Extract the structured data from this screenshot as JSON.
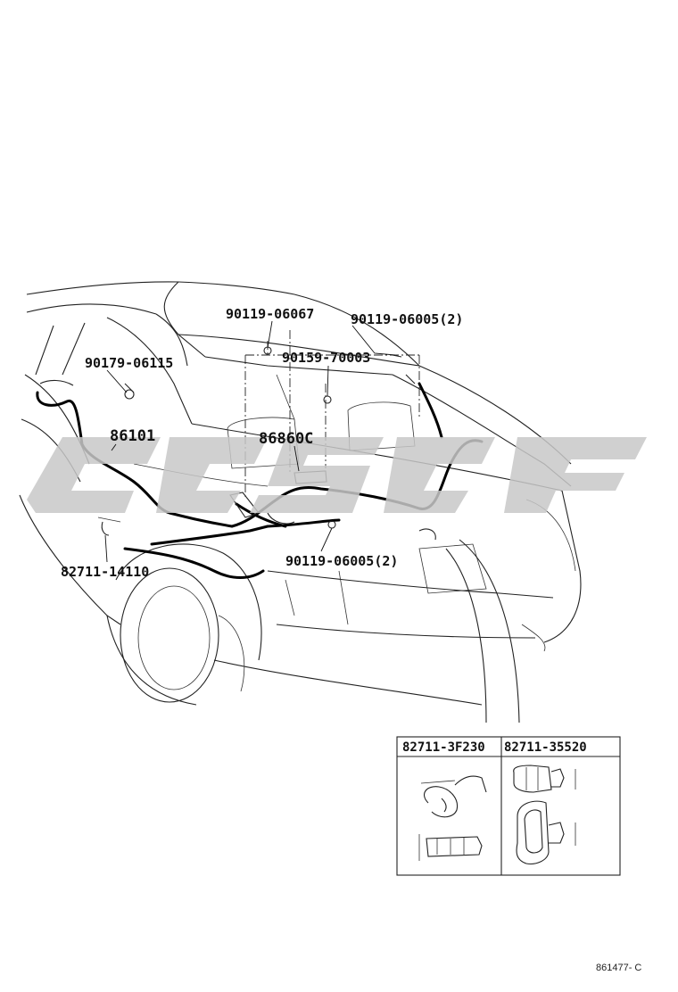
{
  "watermark_color": "#c8c8c8",
  "labels": {
    "p1": "90119-06067",
    "p2": "90119-06005(2)",
    "p3": "90159-70003",
    "p4": "90179-06115",
    "p5": "86101",
    "p6": "86860C",
    "p7": "90119-06005(2)",
    "p8": "82711-14110"
  },
  "inset": {
    "left_part": "82711-3F230",
    "right_part": "82711-35520"
  },
  "diagram_code": "861477- C"
}
